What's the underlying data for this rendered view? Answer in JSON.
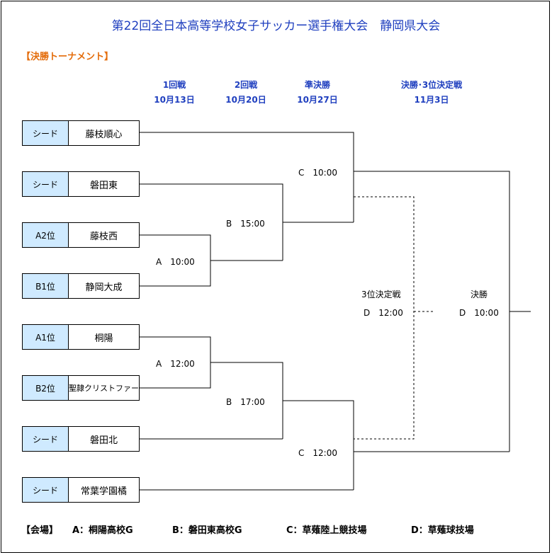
{
  "title": "第22回全日本高等学校女子サッカー選手権大会　静岡県大会",
  "subtitle": "【決勝トーナメント】",
  "rounds": [
    {
      "name": "1回戦",
      "date": "10月13日"
    },
    {
      "name": "2回戦",
      "date": "10月20日"
    },
    {
      "name": "準決勝",
      "date": "10月27日"
    },
    {
      "name": "決勝･3位決定戦",
      "date": "11月3日"
    }
  ],
  "teams": [
    {
      "seed": "シード",
      "name": "藤枝順心"
    },
    {
      "seed": "シード",
      "name": "磐田東"
    },
    {
      "seed": "A2位",
      "name": "藤枝西"
    },
    {
      "seed": "B1位",
      "name": "静岡大成"
    },
    {
      "seed": "A1位",
      "name": "桐陽"
    },
    {
      "seed": "B2位",
      "name": "聖隷クリストファー"
    },
    {
      "seed": "シード",
      "name": "磐田北"
    },
    {
      "seed": "シード",
      "name": "常葉学園橘"
    }
  ],
  "matches": {
    "r1_top": "A　10:00",
    "r1_bottom": "A　12:00",
    "r2_top": "B　15:00",
    "r2_bottom": "B　17:00",
    "sf_top": "C　10:00",
    "sf_bottom": "C　12:00",
    "third_title": "3位決定戦",
    "third_time": "D　12:00",
    "final_title": "決勝",
    "final_time": "D　10:00"
  },
  "venues": {
    "label": "【会場】",
    "a": "A：桐陽高校G",
    "b": "B：磐田東高校G",
    "c": "C：草薙陸上競技場",
    "d": "D：草薙球技場"
  },
  "colors": {
    "title": "#1f3fbf",
    "subtitle": "#e46c0a",
    "seed_bg": "#cfeaff"
  }
}
